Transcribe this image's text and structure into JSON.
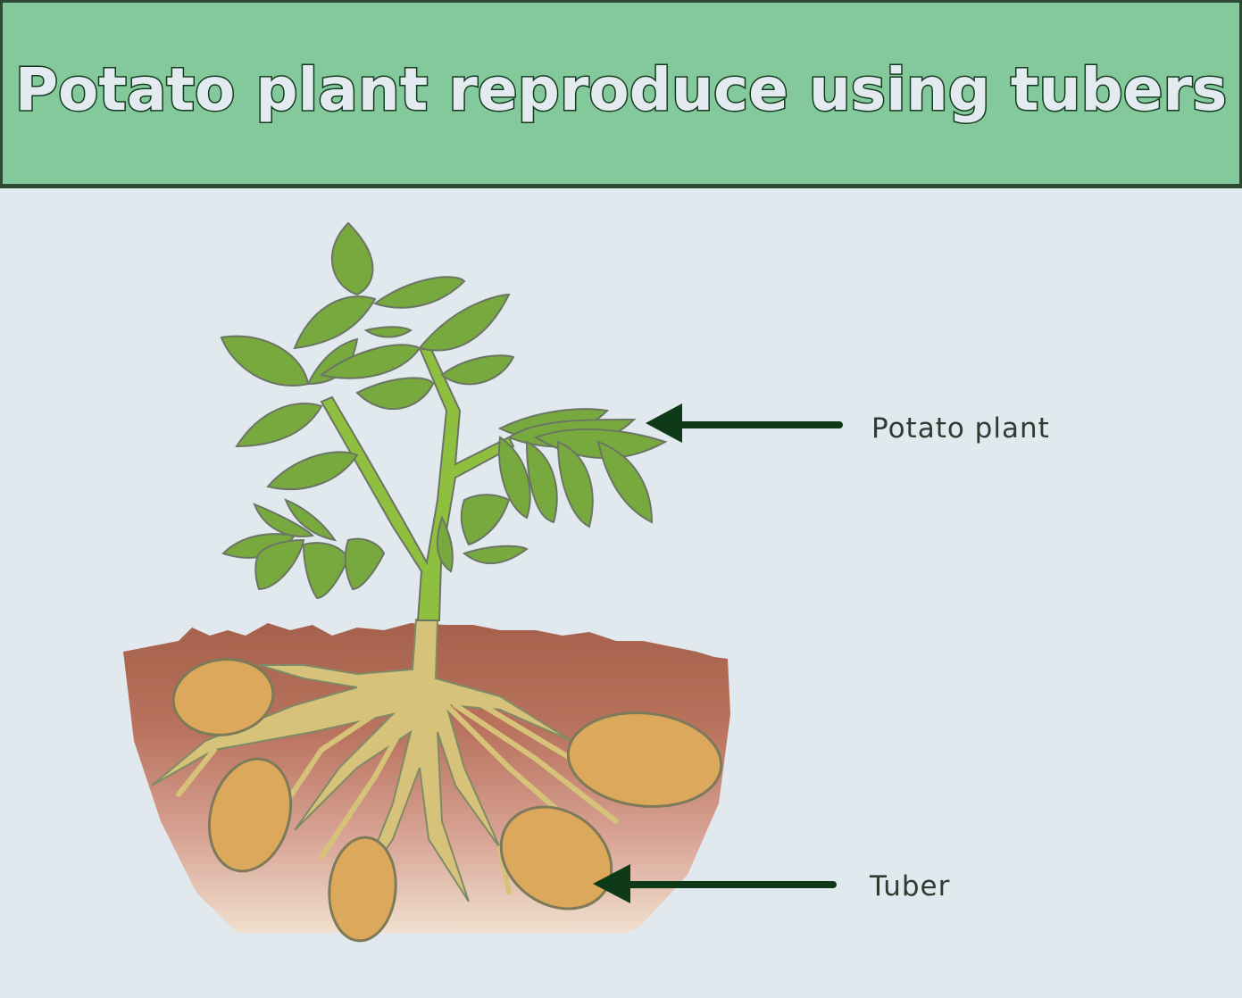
{
  "header": {
    "title": "Potato plant reproduce using tubers"
  },
  "labels": {
    "plant": "Potato plant",
    "tuber": "Tuber"
  },
  "colors": {
    "banner": "#83c99b",
    "banner_border": "#2e4a35",
    "background": "#e1e9ef",
    "leaf": "#78a93e",
    "leaf_outline": "#6b7563",
    "soil_top": "#a6624c",
    "soil_bottom": "#efdccb",
    "tuber": "#dba85c",
    "root": "#d7c27a",
    "arrow": "#0f3a17"
  }
}
